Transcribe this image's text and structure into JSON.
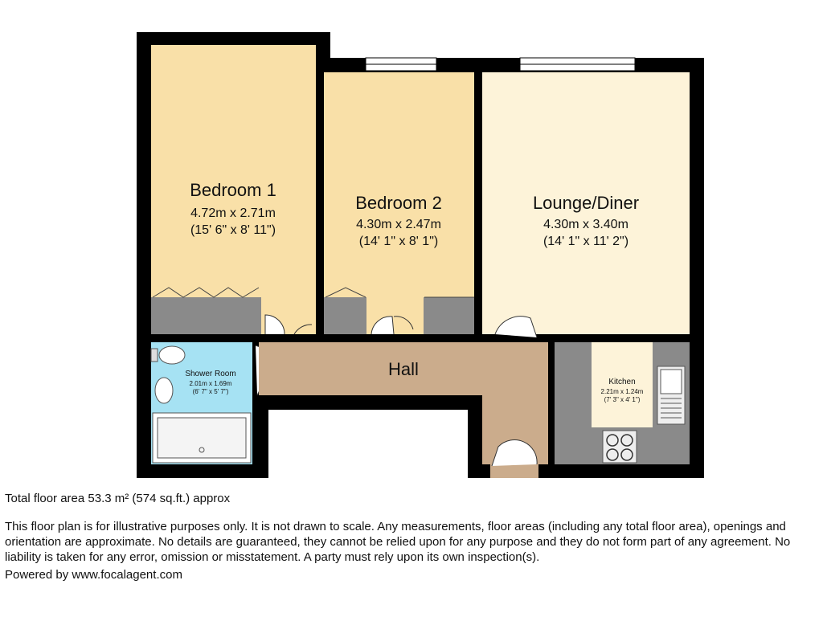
{
  "rooms": {
    "bedroom1": {
      "name": "Bedroom 1",
      "metric": "4.72m x 2.71m",
      "imperial": "(15' 6\" x 8' 11\")"
    },
    "bedroom2": {
      "name": "Bedroom 2",
      "metric": "4.30m x 2.47m",
      "imperial": "(14' 1\" x 8' 1\")"
    },
    "lounge": {
      "name": "Lounge/Diner",
      "metric": "4.30m x 3.40m",
      "imperial": "(14' 1\" x 11' 2\")"
    },
    "shower": {
      "name": "Shower Room",
      "metric": "2.01m x 1.69m",
      "imperial": "(6' 7\" x 5' 7\")"
    },
    "kitchen": {
      "name": "Kitchen",
      "metric": "2.21m x 1.24m",
      "imperial": "(7' 3\" x 4' 1\")"
    },
    "hall": {
      "name": "Hall"
    }
  },
  "colors": {
    "wall": "#000000",
    "bedroom": "#f9e0a8",
    "lounge": "#fdf3d9",
    "hall": "#cbac8c",
    "shower": "#a6e2f3",
    "fitted": "#8a8a8a"
  },
  "footer": {
    "total_area": "Total floor area 53.3 m² (574 sq.ft.) approx",
    "disclaimer": "This floor plan is for illustrative purposes only. It is not drawn to scale. Any measurements, floor areas (including any total floor area), openings and orientation are approximate. No details are guaranteed, they cannot be relied upon for any purpose and they do not form part of any agreement. No liability is taken for any error, omission or misstatement. A party must rely upon its own inspection(s).",
    "powered_by": "Powered by www.focalagent.com"
  }
}
